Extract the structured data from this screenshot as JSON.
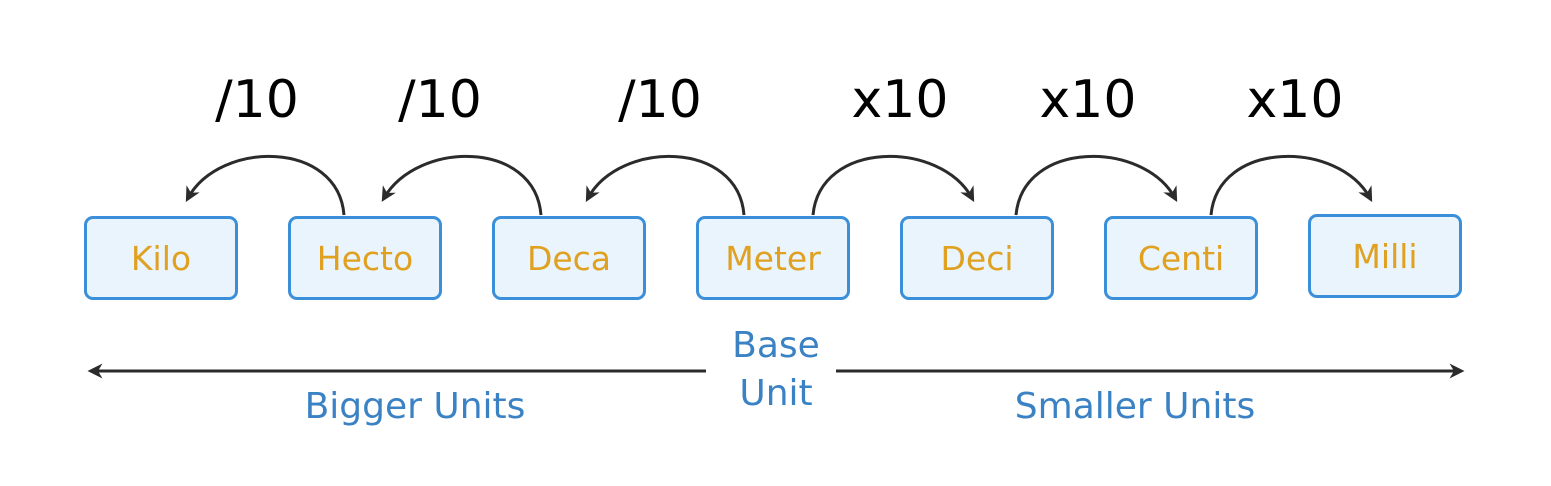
{
  "operations": [
    "/10",
    "/10",
    "/10",
    "x10",
    "x10",
    "x10"
  ],
  "units": [
    "Kilo",
    "Hecto",
    "Deca",
    "Meter",
    "Deci",
    "Centi",
    "Milli"
  ],
  "base_unit": {
    "line1": "Base",
    "line2": "Unit"
  },
  "direction_labels": {
    "left": "Bigger Units",
    "right": "Smaller Units"
  },
  "colors": {
    "box_border": "#3b8fd9",
    "box_fill": "#e9f4fc",
    "unit_text": "#e0a020",
    "label_text": "#3b82c4",
    "arrow": "#2b2b2b"
  }
}
